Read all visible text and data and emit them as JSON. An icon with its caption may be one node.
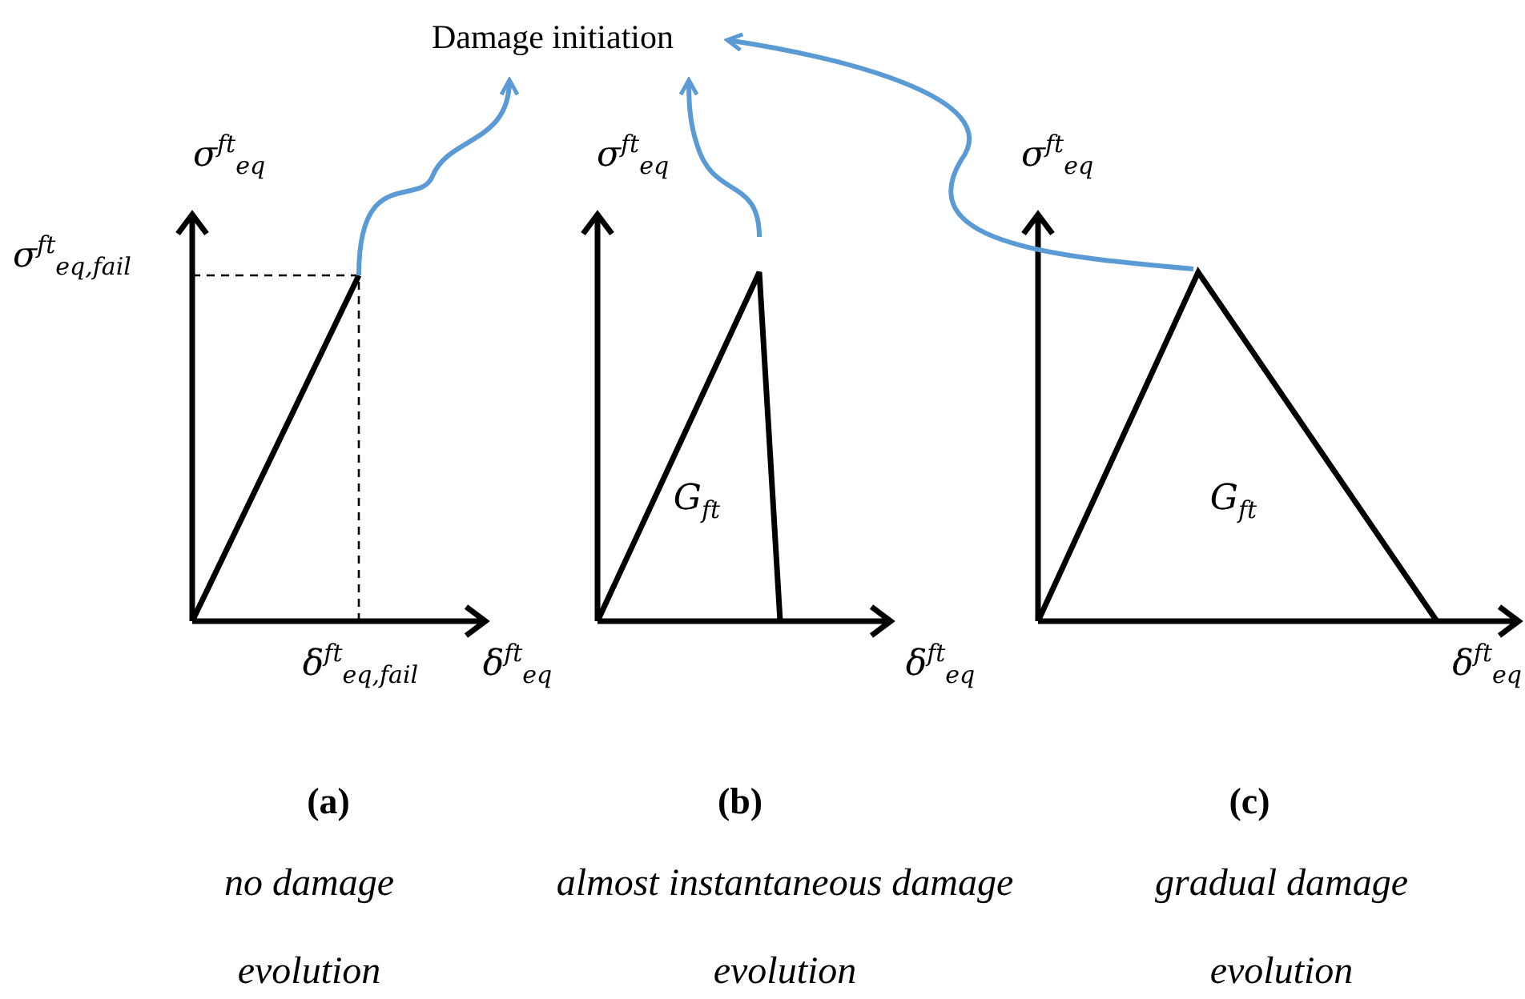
{
  "diagram": {
    "nodes": [
      {
        "text": [
          "Damage initiation"
        ]
      },
      {
        "text": [],
        "shape": "line"
      },
      {
        "text": [],
        "shape": "triangle"
      },
      {
        "text": [],
        "shape": "triangle"
      }
    ],
    "edges": [
      {
        "from": 1,
        "to": 0,
        "arrow": "to"
      },
      {
        "from": 2,
        "to": 0,
        "arrow": "to"
      },
      {
        "from": 3,
        "to": 0,
        "arrow": "to"
      }
    ],
    "labels": [
      "σ$^{ft}$$_{eq}$",
      "σ$^{ft}$$_{eq}$",
      "σ$^{ft}$$_{eq}$",
      "σ$^{ft}$$_{eq,fail}$",
      "G$_{ft}$",
      "G$_{ft}$",
      "δ$^{ft}$$_{eq,fail}$",
      "δ$^{ft}$$_{eq}$",
      "δ$^{ft}$$_{eq}$",
      "δ$^{ft}$$_{eq}$",
      "(a)",
      "(b)",
      "(c)",
      "no damage evolution",
      "almost instantaneous damage evolution",
      "gradual damage evolution"
    ]
  }
}
